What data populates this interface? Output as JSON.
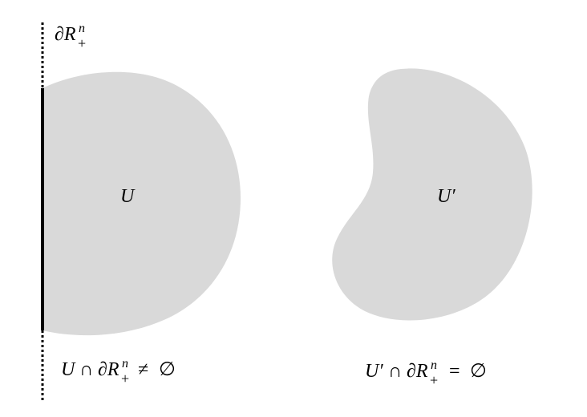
{
  "boundary_label": {
    "base": "∂R",
    "sup": "n",
    "sub": "+"
  },
  "left_region": {
    "label": "U",
    "caption": {
      "lead": "U",
      "op": "∩",
      "mid": "∂R",
      "sup": "n",
      "sub": "+",
      "rel": "≠",
      "set": "∅"
    }
  },
  "right_region": {
    "label": "U′",
    "caption": {
      "lead": "U′",
      "op": "∩",
      "mid": "∂R",
      "sup": "n",
      "sub": "+",
      "rel": "=",
      "set": "∅"
    }
  },
  "colors": {
    "region_fill": "#d9d9d9",
    "boundary": "#000000",
    "background": "#ffffff"
  }
}
